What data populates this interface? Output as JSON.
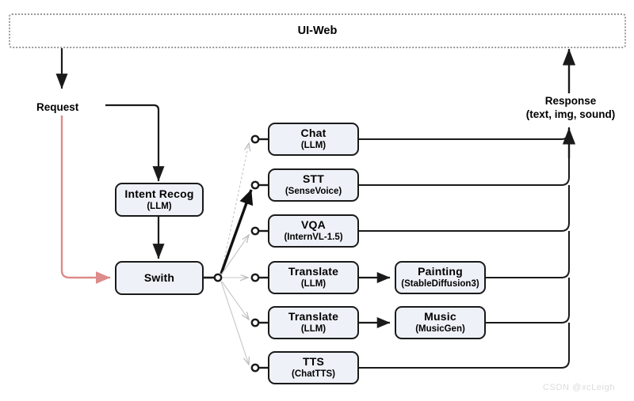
{
  "diagram": {
    "title": "UI-Web",
    "watermark": "CSDN @xcLeigh",
    "colors": {
      "node_fill": "#eef1f7",
      "node_stroke": "#1a1a1a",
      "request_arrow": "#dd8b8b",
      "fanout_arrow": "#b9b9b9",
      "wire": "#1a1a1a",
      "uiweb_border": "#9a9a9a"
    },
    "labels": {
      "request": "Request",
      "response_line1": "Response",
      "response_line2": "(text, img, sound)"
    },
    "pipeline": {
      "intent": {
        "title": "Intent Recog",
        "subtitle": "(LLM)"
      },
      "switch": {
        "title": "Swith",
        "subtitle": ""
      }
    },
    "branches": [
      {
        "id": "chat",
        "title": "Chat",
        "subtitle": "(LLM)",
        "selected": false,
        "downstream": null
      },
      {
        "id": "stt",
        "title": "STT",
        "subtitle": "(SenseVoice)",
        "selected": true,
        "downstream": null
      },
      {
        "id": "vqa",
        "title": "VQA",
        "subtitle": "(InternVL-1.5)",
        "selected": false,
        "downstream": null
      },
      {
        "id": "translate1",
        "title": "Translate",
        "subtitle": "(LLM)",
        "selected": false,
        "downstream": {
          "id": "painting",
          "title": "Painting",
          "subtitle": "(StableDiffusion3)"
        }
      },
      {
        "id": "translate2",
        "title": "Translate",
        "subtitle": "(LLM)",
        "selected": false,
        "downstream": {
          "id": "music",
          "title": "Music",
          "subtitle": "(MusicGen)"
        }
      },
      {
        "id": "tts",
        "title": "TTS",
        "subtitle": "(ChatTTS)",
        "selected": false,
        "downstream": null
      }
    ]
  }
}
